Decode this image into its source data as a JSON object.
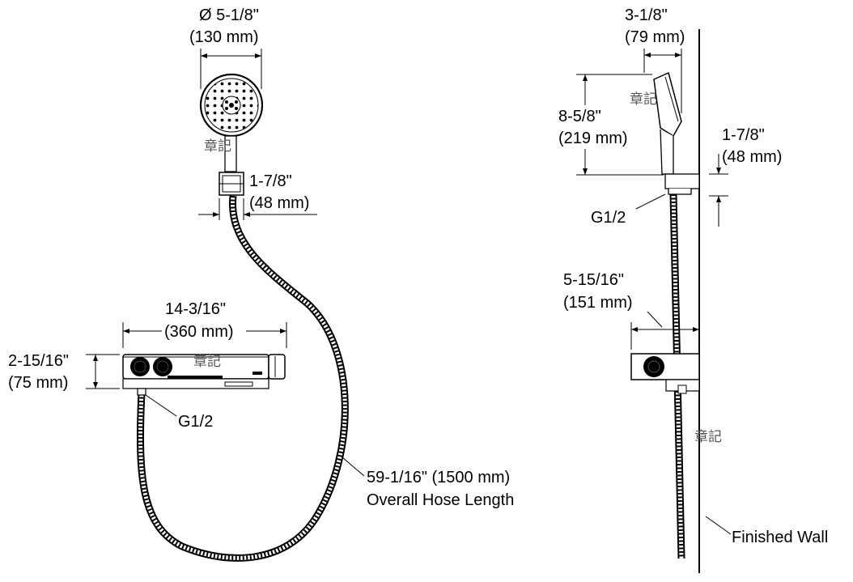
{
  "front_view": {
    "head_diameter": {
      "imperial": "Ø 5-1/8\"",
      "metric": "(130 mm)"
    },
    "holder_width": {
      "imperial": "1-7/8\"",
      "metric": "(48 mm)"
    },
    "unit_width": {
      "imperial": "14-3/16\"",
      "metric": "(360 mm)"
    },
    "unit_height": {
      "imperial": "2-15/16\"",
      "metric": "(75 mm)"
    },
    "inlet_thread": "G1/2",
    "hose_length": {
      "value": "59-1/16\" (1500 mm)",
      "label": "Overall Hose Length"
    }
  },
  "side_view": {
    "head_depth": {
      "imperial": "3-1/8\"",
      "metric": "(79 mm)"
    },
    "head_height": {
      "imperial": "8-5/8\"",
      "metric": "(219 mm)"
    },
    "holder_depth": {
      "imperial": "1-7/8\"",
      "metric": "(48 mm)"
    },
    "outlet_thread": "G1/2",
    "unit_depth": {
      "imperial": "5-15/16\"",
      "metric": "(151 mm)"
    },
    "wall_label": "Finished Wall"
  },
  "watermark": "章記"
}
